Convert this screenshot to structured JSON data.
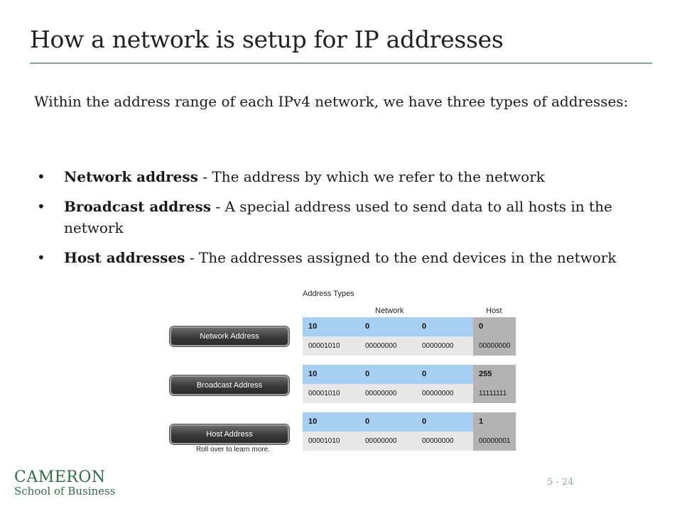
{
  "slide": {
    "title": "How a network is setup for IP addresses",
    "intro": "Within the address range of each IPv4 network, we have three types of addresses:",
    "bullets": [
      {
        "term": "Network address",
        "desc": " - The address by which we refer to the network"
      },
      {
        "term": "Broadcast address",
        "desc": " - A special address used to send data to all hosts in the network"
      },
      {
        "term": "Host addresses",
        "desc": " - The addresses assigned to the end devices in the network"
      }
    ],
    "page_number": "5 - 24"
  },
  "diagram": {
    "title": "Address Types",
    "col_network": "Network",
    "col_host": "Host",
    "hint": "Roll over to learn more.",
    "buttons": [
      "Network Address",
      "Broadcast Address",
      "Host Address"
    ],
    "rows": [
      {
        "dec": [
          "10",
          "0",
          "0",
          "0"
        ],
        "bin": [
          "00001010",
          "00000000",
          "00000000",
          "00000000"
        ]
      },
      {
        "dec": [
          "10",
          "0",
          "0",
          "255"
        ],
        "bin": [
          "00001010",
          "00000000",
          "00000000",
          "11111111"
        ]
      },
      {
        "dec": [
          "10",
          "0",
          "0",
          "1"
        ],
        "bin": [
          "00001010",
          "00000000",
          "00000000",
          "00000001"
        ]
      }
    ]
  },
  "logo": {
    "line1": "CAMERON",
    "line2": "School of Business"
  },
  "colors": {
    "rule": "#7fa38c",
    "network_cell": "#a6cff2",
    "host_cell": "#b3b3b3",
    "logo": "#2f6b4c"
  }
}
